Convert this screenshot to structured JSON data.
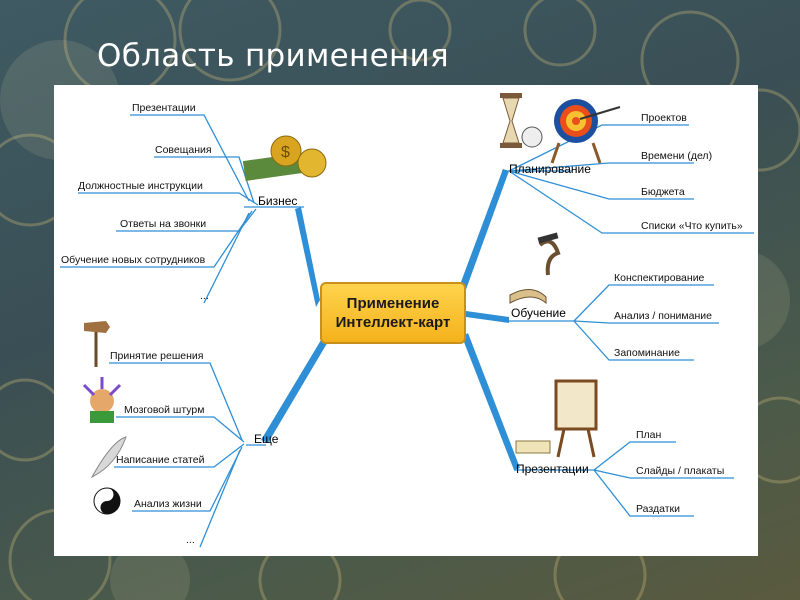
{
  "slide": {
    "title": "Область применения"
  },
  "center": {
    "line1": "Применение",
    "line2": "Интеллект-карт"
  },
  "business": {
    "label": "Бизнес",
    "items": [
      "Презентации",
      "Совещания",
      "Должностные инструкции",
      "Ответы на звонки",
      "Обучение новых сотрудников",
      "..."
    ]
  },
  "more": {
    "label": "Еще",
    "items": [
      "Принятие решения",
      "Мозговой штурм",
      "Написание статей",
      "Анализ жизни",
      "..."
    ]
  },
  "planning": {
    "label": "Планирование",
    "items": [
      "Проектов",
      "Времени (дел)",
      "Бюджета",
      "Списки «Что купить»"
    ]
  },
  "learning": {
    "label": "Обучение",
    "items": [
      "Конспектирование",
      "Анализ / понимание",
      "Запоминание"
    ]
  },
  "presentations": {
    "label": "Презентации",
    "items": [
      "План",
      "Слайды / плакаты",
      "Раздатки"
    ]
  },
  "colors": {
    "branch": "#2f8fd6",
    "center_fill": "#f8c537",
    "text": "#111111"
  }
}
